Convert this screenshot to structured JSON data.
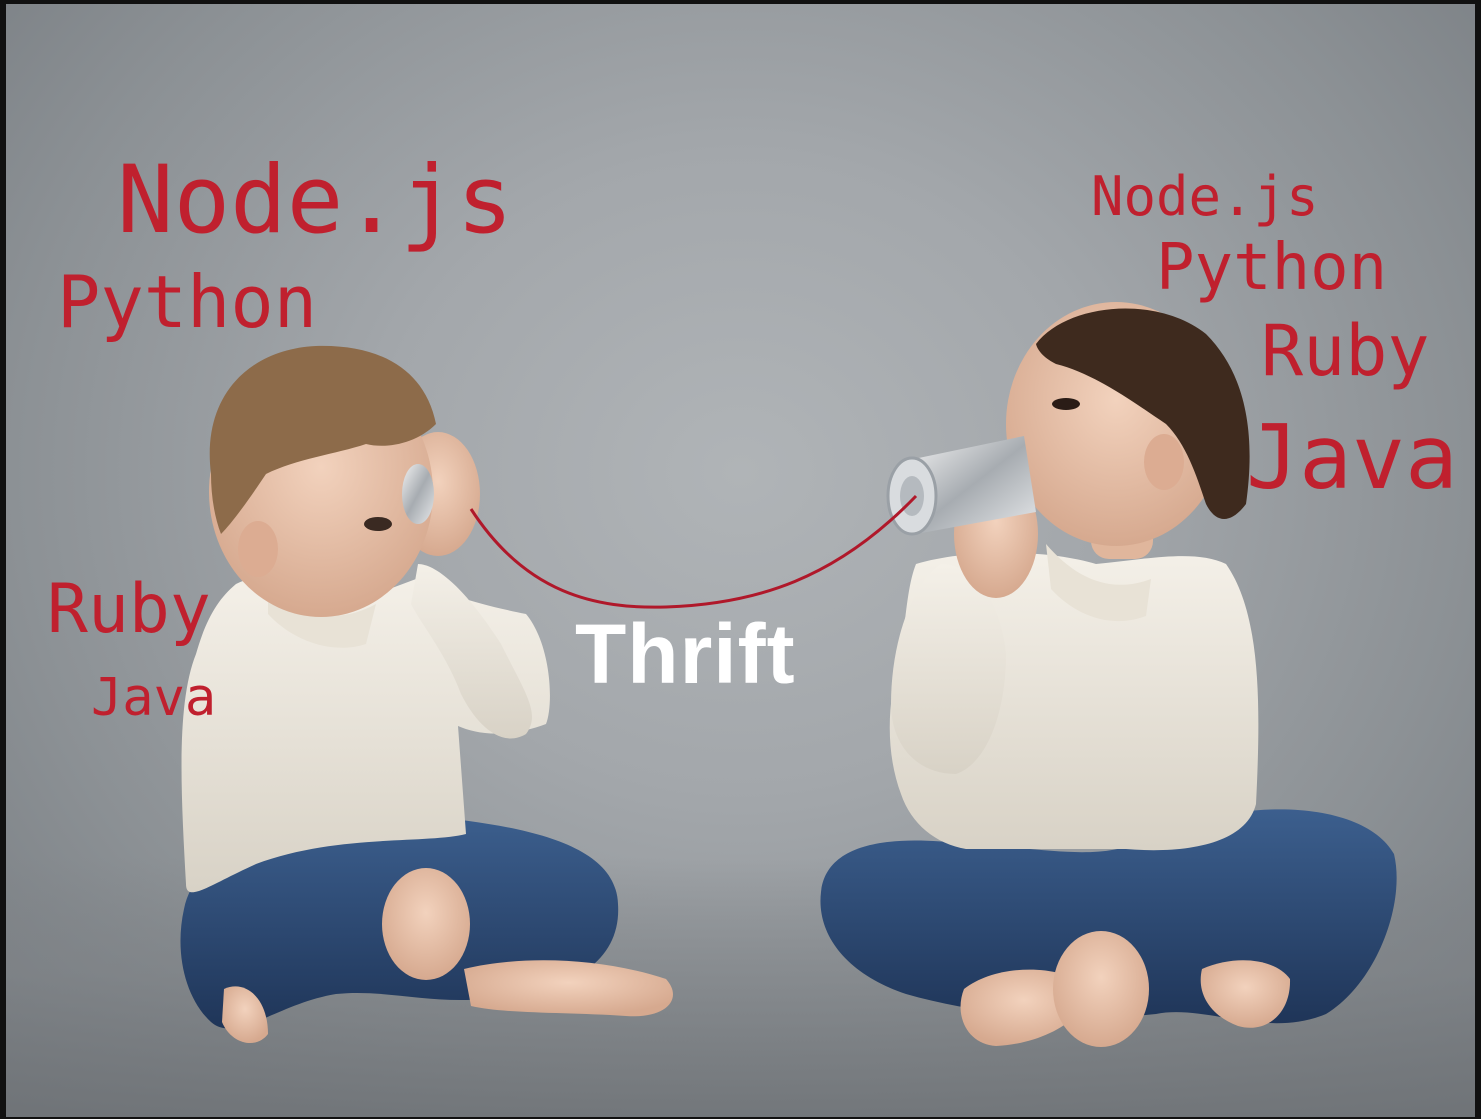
{
  "left_labels": {
    "l1": "Node.js",
    "l2": "Python",
    "l3": "Ruby",
    "l4": "Java"
  },
  "right_labels": {
    "r1": "Node.js",
    "r2": "Python",
    "r3": "Ruby",
    "r4": "Java"
  },
  "center_label": "Thrift",
  "colors": {
    "label_red": "#c0202e",
    "string_red": "#b0182a",
    "center_white": "#ffffff"
  }
}
